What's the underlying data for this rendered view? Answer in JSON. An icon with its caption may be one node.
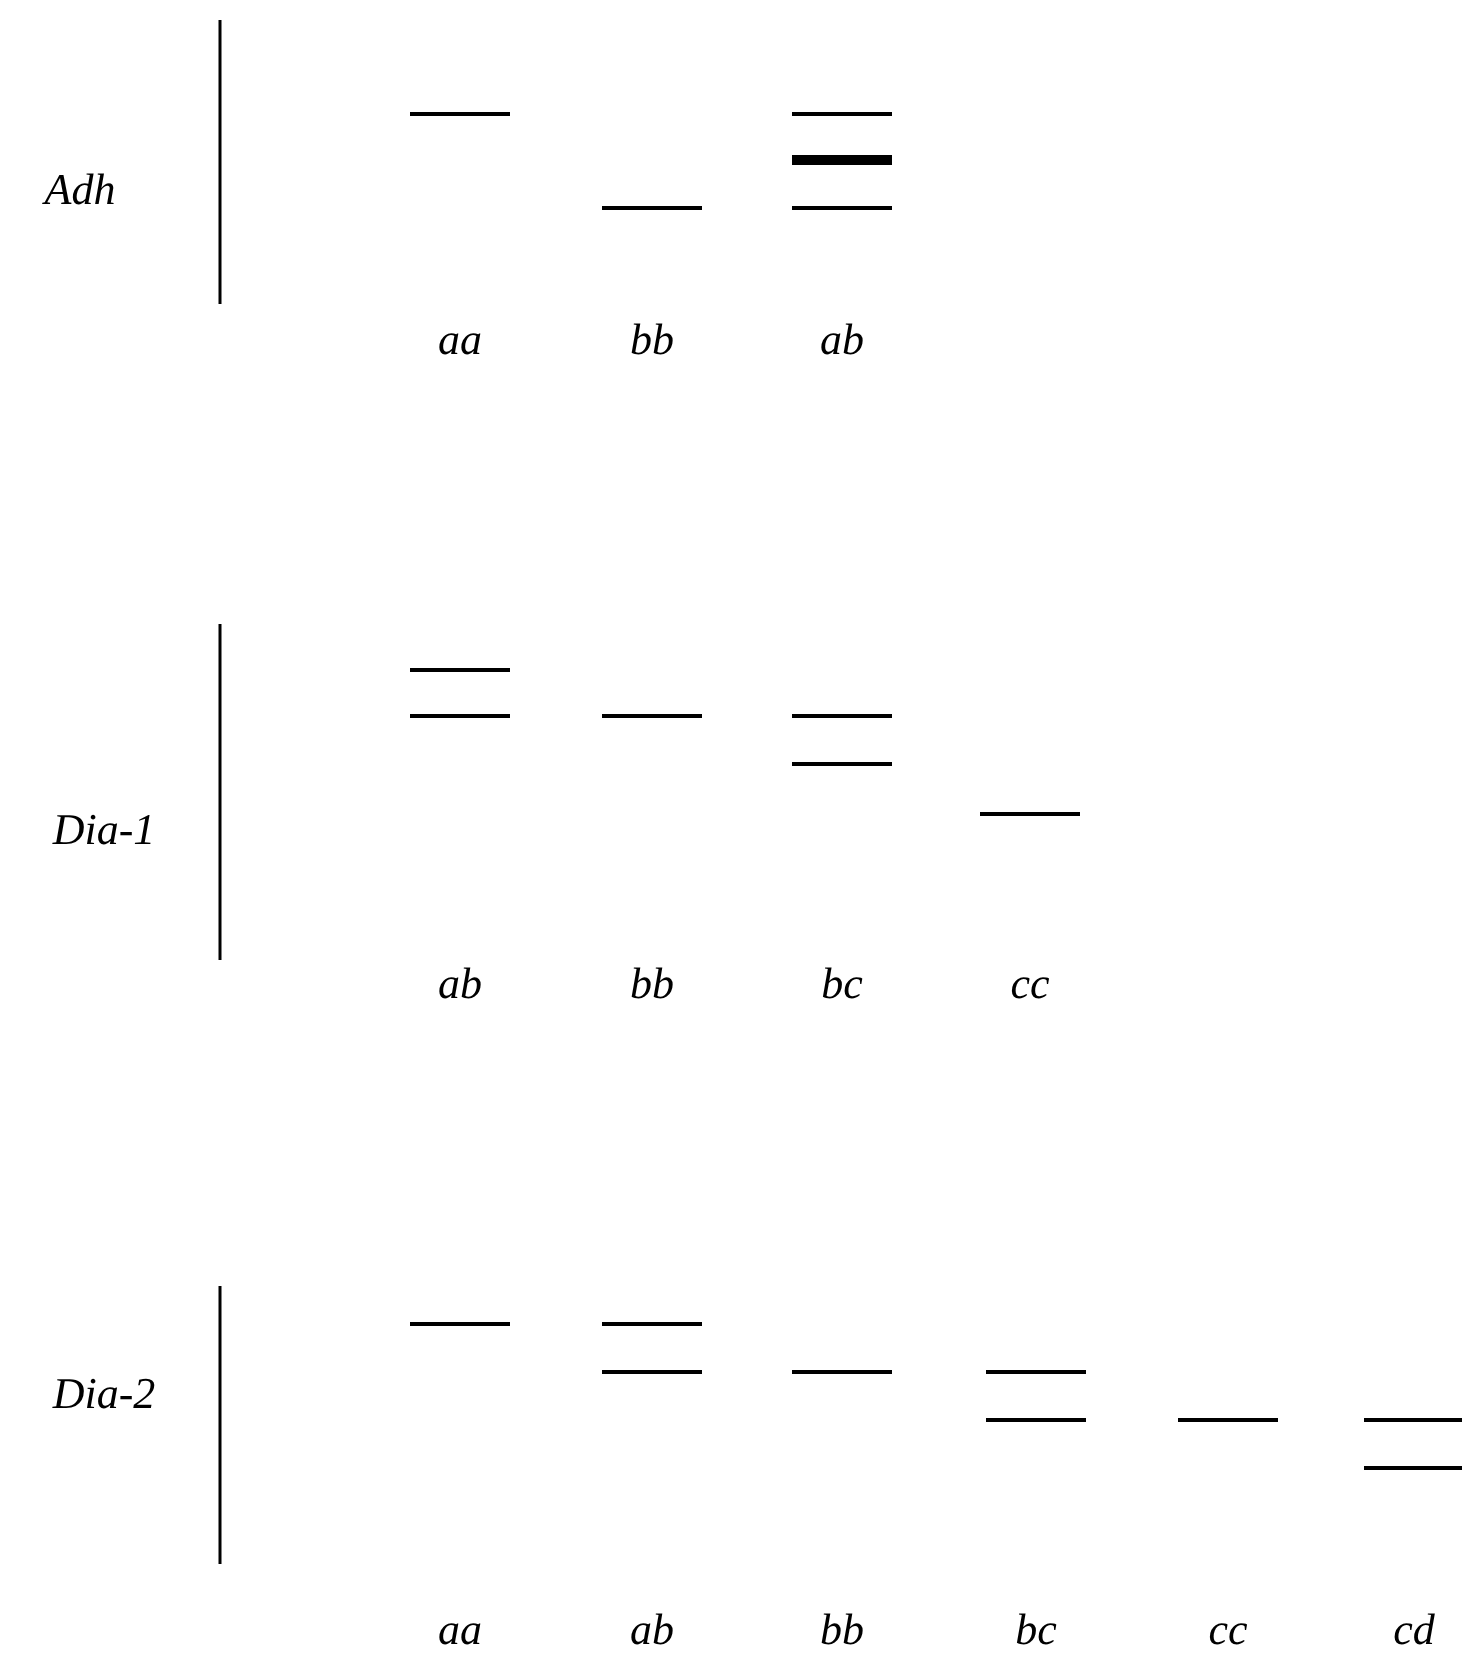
{
  "diagram": {
    "labels": [
      "Adh",
      "aa",
      "bb",
      "ab",
      "Dia-1",
      "ab",
      "bb",
      "bc",
      "cc",
      "Dia-2",
      "aa",
      "ab",
      "bb",
      "bc",
      "cc",
      "cd"
    ]
  }
}
